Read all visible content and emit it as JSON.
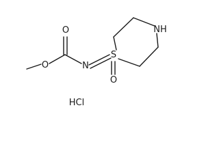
{
  "structure": {
    "atoms": {
      "o_carbonyl": "O",
      "o_ester": "O",
      "n_imine": "N",
      "s_ring": "S",
      "o_sulfonyl": "O",
      "nh_ring": "NH"
    },
    "counterion": "HCl"
  }
}
